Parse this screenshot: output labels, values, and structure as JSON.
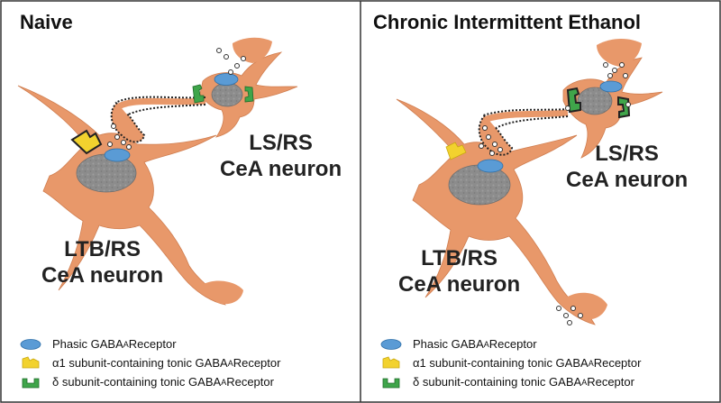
{
  "panels": [
    {
      "title": "Naive",
      "ls_label": [
        "LS/RS",
        "CeA neuron"
      ],
      "ltb_label": [
        "LTB/RS",
        "CeA neuron"
      ]
    },
    {
      "title": "Chronic Intermittent Ethanol",
      "ls_label": [
        "LS/RS",
        "CeA neuron"
      ],
      "ltb_label": [
        "LTB/RS",
        "CeA neuron"
      ]
    }
  ],
  "legend": [
    {
      "icon": "phasic-receptor-icon",
      "text": "Phasic GABA",
      "sub": "A",
      "after": " Receptor"
    },
    {
      "icon": "alpha1-tonic-receptor-icon",
      "text": "α1 subunit-containing tonic GABA",
      "sub": "A",
      "after": " Receptor"
    },
    {
      "icon": "delta-tonic-receptor-icon",
      "text": "δ subunit-containing tonic GABA",
      "sub": "A",
      "after": " Receptor"
    }
  ],
  "colors": {
    "neuron_fill": "#E8986A",
    "nucleus": "#8E8E8E",
    "phasic_receptor": "#5A9BD5",
    "alpha1_receptor": "#F2D22E",
    "delta_receptor": "#3FA54A",
    "border": "#333333"
  }
}
